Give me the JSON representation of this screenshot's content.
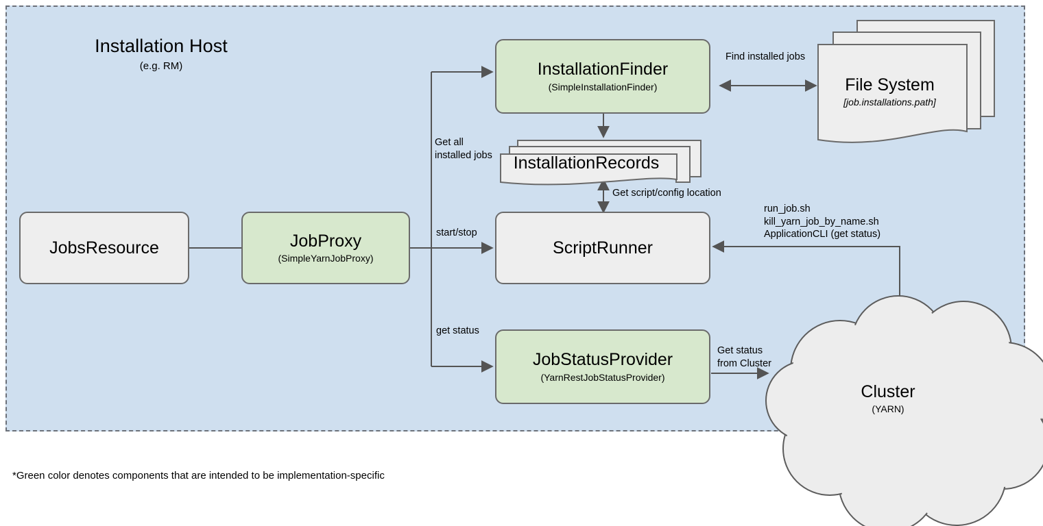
{
  "colors": {
    "host_background": "#cfdfef",
    "host_border": "#6b7079",
    "node_grey": "#eeeeee",
    "node_green": "#d7e8cd",
    "node_border": "#6a6a6a",
    "connector": "#545454",
    "text": "#000000"
  },
  "host": {
    "title": "Installation Host",
    "subtitle": "(e.g. RM)"
  },
  "nodes": {
    "jobs_resource": {
      "title": "JobsResource",
      "subtitle": "",
      "style": "grey"
    },
    "job_proxy": {
      "title": "JobProxy",
      "subtitle": "(SimpleYarnJobProxy)",
      "style": "green"
    },
    "installation_finder": {
      "title": "InstallationFinder",
      "subtitle": "(SimpleInstallationFinder)",
      "style": "green"
    },
    "installation_records": {
      "title": "InstallationRecords",
      "subtitle": "",
      "style": "grey-document-stack"
    },
    "script_runner": {
      "title": "ScriptRunner",
      "subtitle": "",
      "style": "grey"
    },
    "job_status_provider": {
      "title": "JobStatusProvider",
      "subtitle": "(YarnRestJobStatusProvider)",
      "style": "green"
    },
    "file_system": {
      "title": "File System",
      "subtitle": "[job.installations.path]",
      "style": "grey-document-stack"
    },
    "cluster": {
      "title": "Cluster",
      "subtitle": "(YARN)",
      "style": "grey-cloud"
    }
  },
  "edge_labels": {
    "find_installed_jobs": "Find installed jobs",
    "get_all_installed_jobs": "Get all\ninstalled jobs",
    "get_script_config_location": "Get script/config location",
    "start_stop": "start/stop",
    "get_status": "get status",
    "scripts": "run_job.sh\nkill_yarn_job_by_name.sh\nApplicationCLI (get status)",
    "get_status_from_cluster": "Get status\nfrom Cluster"
  },
  "footnote": "*Green color denotes components that are intended to be implementation-specific"
}
